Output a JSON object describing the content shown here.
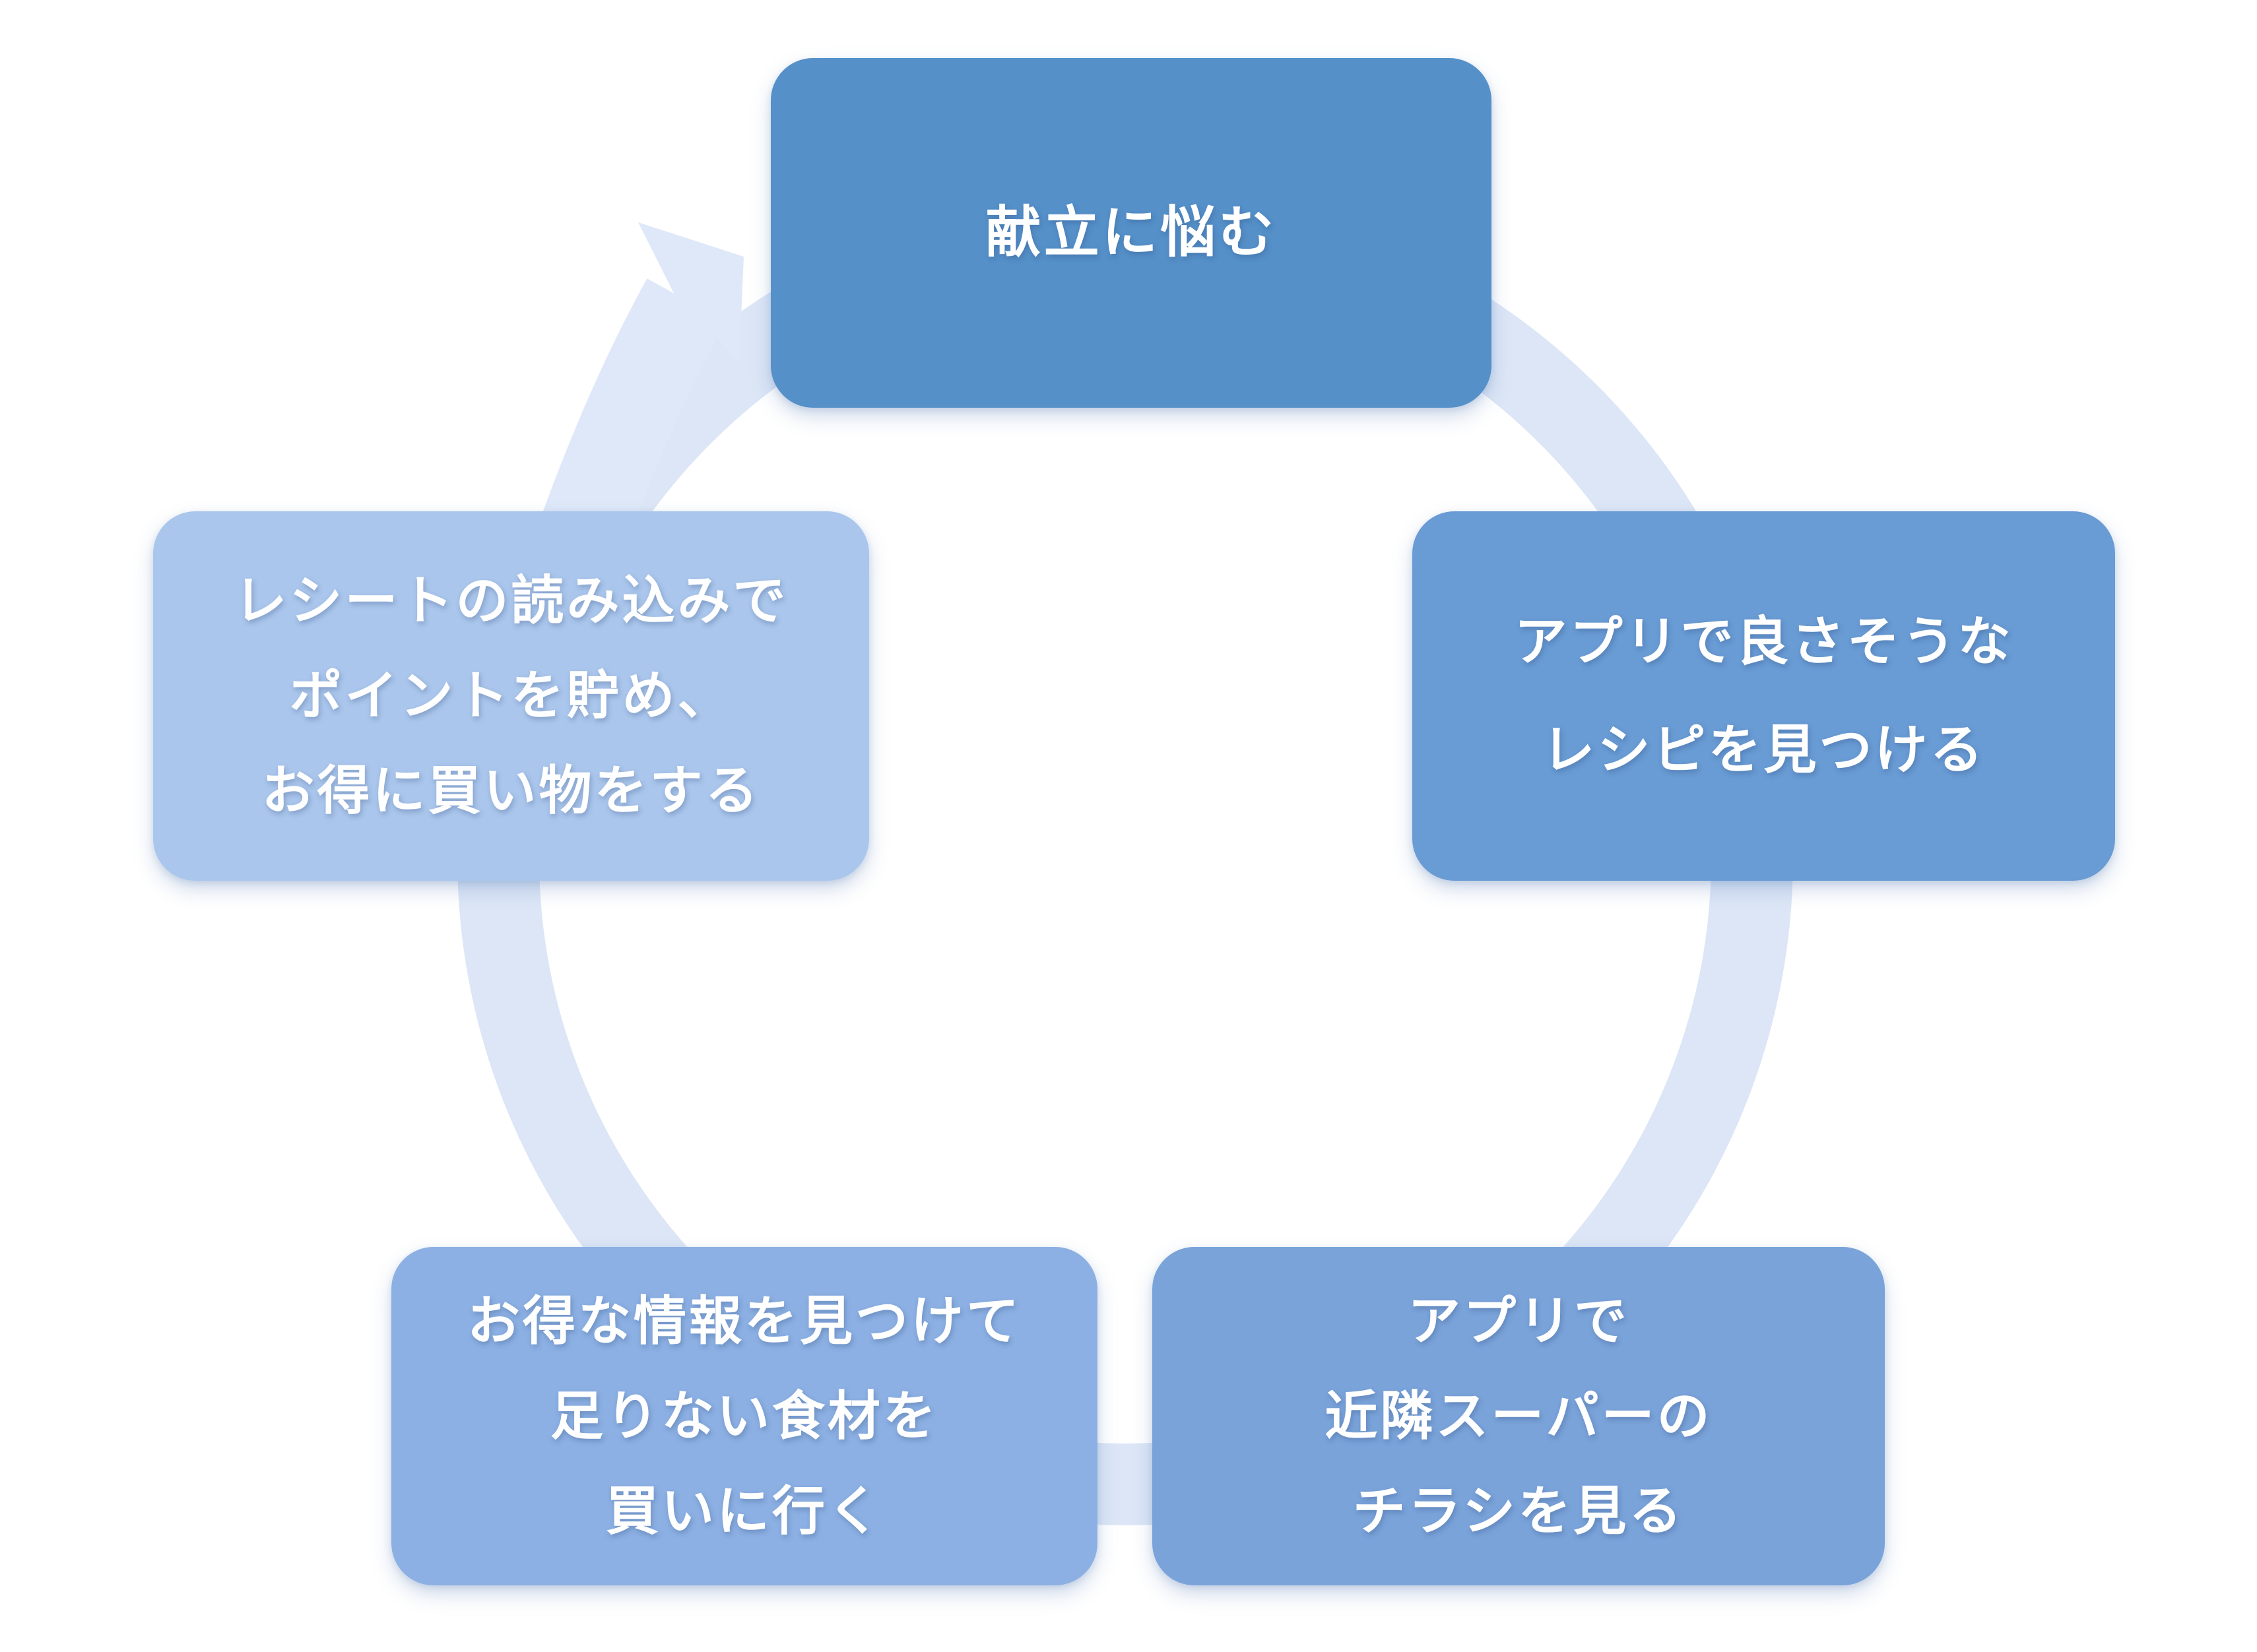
{
  "page": {
    "background": "#ffffff"
  },
  "cycle": {
    "flow_direction": "clockwise",
    "ring_color": "#dce6f6",
    "arrow_color": "#dee8f8",
    "text_color": "#ffffff",
    "steps": [
      {
        "name": "menu-worry",
        "color": "#5590c9",
        "lines": [
          "献立に悩む"
        ]
      },
      {
        "name": "find-recipe",
        "color": "#699bd4",
        "lines": [
          "アプリで良さそうな",
          "レシピを見つける"
        ]
      },
      {
        "name": "view-flyers",
        "color": "#7aa3da",
        "lines": [
          "アプリで",
          "近隣スーパーの",
          "チラシを見る"
        ]
      },
      {
        "name": "buy-missing",
        "color": "#8cb0e3",
        "lines": [
          "お得な情報を見つけて",
          "足りない食材を",
          "買いに行く"
        ]
      },
      {
        "name": "earn-points",
        "color": "#aac6ec",
        "lines": [
          "レシートの読み込みで",
          "ポイントを貯め、",
          "お得に買い物をする"
        ]
      }
    ]
  }
}
